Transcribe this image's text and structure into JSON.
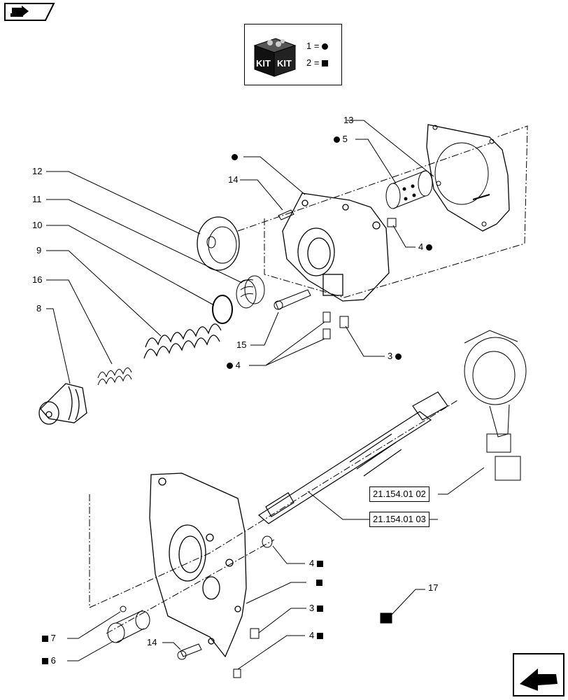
{
  "legend": {
    "kit": {
      "box_text": [
        "KIT",
        "KIT"
      ]
    },
    "items": [
      {
        "text": "1 =",
        "symbol": "circle"
      },
      {
        "text": "2 =",
        "symbol": "square"
      }
    ]
  },
  "callouts": [
    {
      "id": "c13",
      "text": "13",
      "symbol": ""
    },
    {
      "id": "c5",
      "text": "5",
      "symbol": "circle"
    },
    {
      "id": "cdot-housing",
      "text": "",
      "symbol": "circle"
    },
    {
      "id": "c14a",
      "text": "14",
      "symbol": ""
    },
    {
      "id": "c12",
      "text": "12",
      "symbol": ""
    },
    {
      "id": "c11",
      "text": "11",
      "symbol": ""
    },
    {
      "id": "c10",
      "text": "10",
      "symbol": ""
    },
    {
      "id": "c9",
      "text": "9",
      "symbol": ""
    },
    {
      "id": "c16",
      "text": "16",
      "symbol": ""
    },
    {
      "id": "c8",
      "text": "8",
      "symbol": ""
    },
    {
      "id": "c4a",
      "text": "4",
      "symbol": "circle"
    },
    {
      "id": "c15",
      "text": "15",
      "symbol": ""
    },
    {
      "id": "c4b",
      "text": "4",
      "symbol": "circle"
    },
    {
      "id": "c3a",
      "text": "3",
      "symbol": "circle"
    },
    {
      "id": "c4c",
      "text": "4",
      "symbol": "square"
    },
    {
      "id": "csq-cover",
      "text": "",
      "symbol": "square"
    },
    {
      "id": "c3b",
      "text": "3",
      "symbol": "square"
    },
    {
      "id": "c4d",
      "text": "4",
      "symbol": "square"
    },
    {
      "id": "c7",
      "text": "7",
      "symbol": "square"
    },
    {
      "id": "c6",
      "text": "6",
      "symbol": "square"
    },
    {
      "id": "c14b",
      "text": "14",
      "symbol": ""
    },
    {
      "id": "c17",
      "text": "17",
      "symbol": ""
    }
  ],
  "references": [
    {
      "id": "ref1",
      "text": "21.154.01 02"
    },
    {
      "id": "ref2",
      "text": "21.154.01 03"
    }
  ],
  "nav": {
    "top_icon": "book-arrow-icon",
    "bottom_icon": "next-page-arrow-icon"
  }
}
